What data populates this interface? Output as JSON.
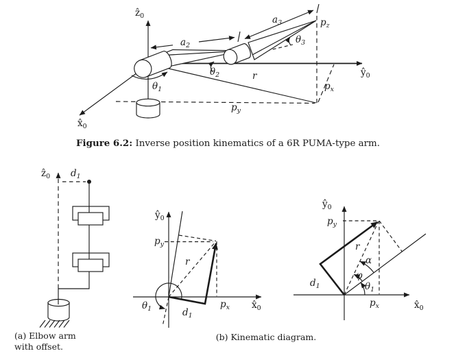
{
  "colors": {
    "ink": "#1b1b1b",
    "paper": "#ffffff"
  },
  "labels": {
    "z0": {
      "base": "ẑ",
      "sub": "0"
    },
    "y0": {
      "base": "ŷ",
      "sub": "0"
    },
    "x0": {
      "base": "x̂",
      "sub": "0"
    },
    "theta1": {
      "base": "θ",
      "sub": "1"
    },
    "theta2": {
      "base": "θ",
      "sub": "2"
    },
    "theta3": {
      "base": "θ",
      "sub": "3"
    },
    "a2": {
      "base": "a",
      "sub": "2"
    },
    "a3": {
      "base": "a",
      "sub": "3"
    },
    "d1": {
      "base": "d",
      "sub": "1"
    },
    "px": {
      "base": "p",
      "sub": "x"
    },
    "py": {
      "base": "p",
      "sub": "y"
    },
    "pz": {
      "base": "p",
      "sub": "z"
    },
    "r": "r",
    "alpha": "α",
    "phi": "φ"
  },
  "captions": {
    "figure_label": "Figure 6.2:",
    "figure_text": "Inverse position kinematics of a 6R PUMA-type arm.",
    "sub_a": "(a) Elbow arm with offset.",
    "sub_b": "(b) Kinematic diagram."
  }
}
